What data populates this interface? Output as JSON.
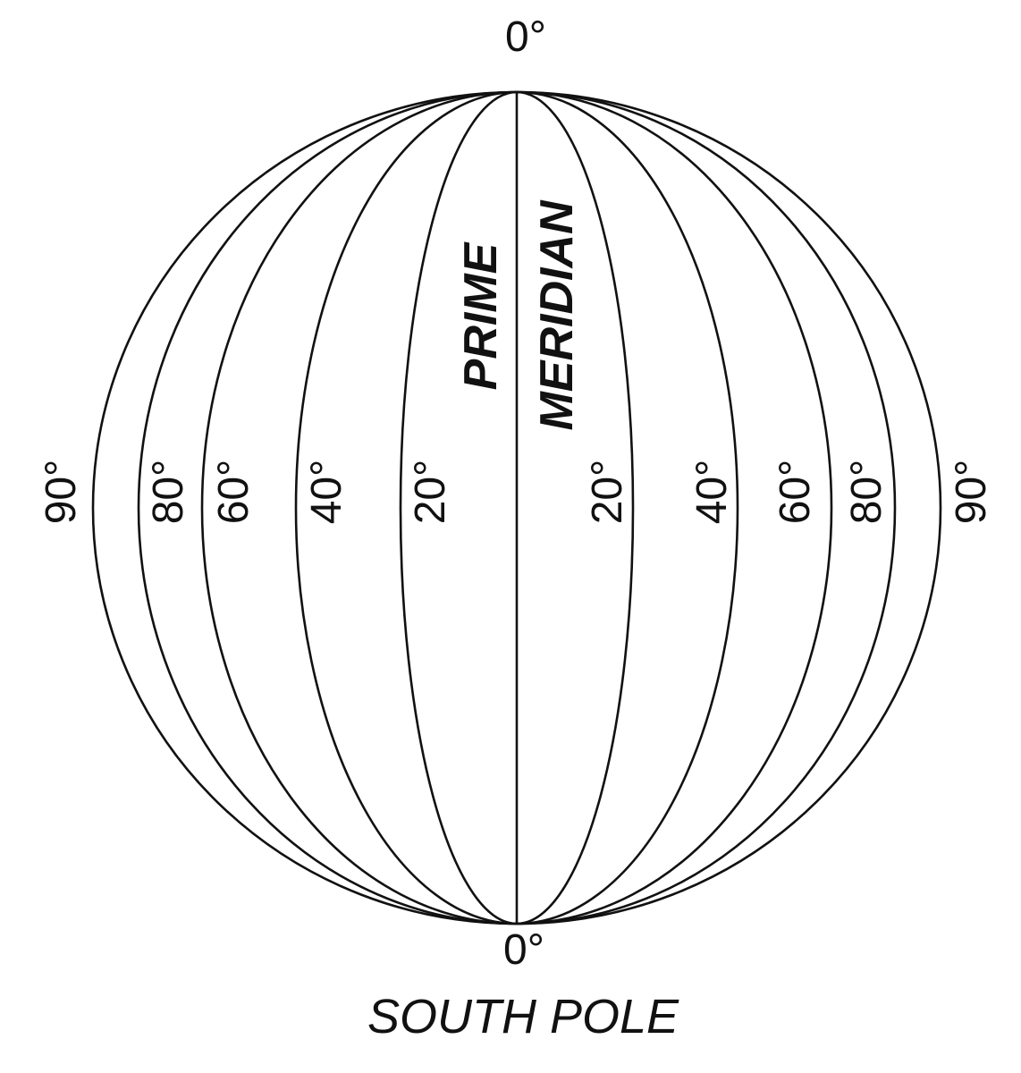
{
  "diagram": {
    "top_label": "0°",
    "bottom_label": "0°",
    "pole_label": "SOUTH POLE",
    "meridian_title": {
      "line1": "PRIME",
      "line2": "MERIDIAN"
    },
    "left_labels": [
      "90°",
      "80°",
      "60°",
      "40°",
      "20°"
    ],
    "right_labels": [
      "20°",
      "40°",
      "60°",
      "80°",
      "90°"
    ],
    "meridians_degrees": [
      0,
      20,
      40,
      60,
      80,
      90
    ],
    "colors": {
      "line": "#111111",
      "background": "#ffffff"
    }
  }
}
